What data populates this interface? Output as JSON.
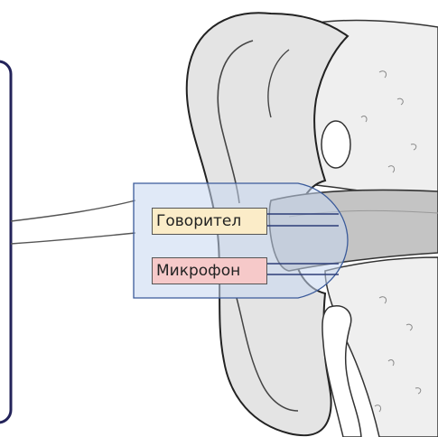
{
  "labels": {
    "speaker": "Говорител",
    "microphone": "Микрофон"
  },
  "colors": {
    "device_border": "#23235a",
    "probe_fill": "#c7d7f1",
    "probe_border": "#3a5a9a",
    "speaker_fill": "#fbecc8",
    "microphone_fill": "#f6c9c9",
    "ear_gray": "#e4e4e4",
    "canal_gray": "#c4c4c4",
    "bone_gray": "#efefef"
  },
  "icons": [
    "ear-anatomy-illustration"
  ]
}
